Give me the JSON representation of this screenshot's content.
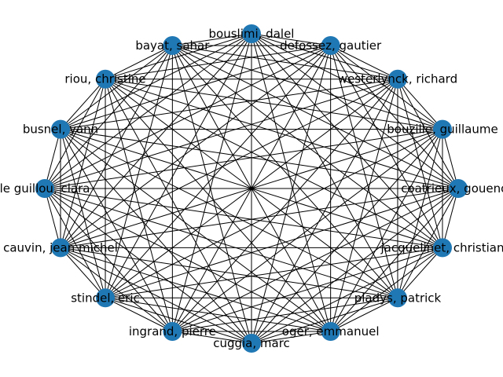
{
  "graph": {
    "node_color": "#1f77b4",
    "edge_color": "#000000",
    "nodes": [
      "bouslimi, dalel",
      "defossez, gautier",
      "westerlynck, richard",
      "bouzille, guillaume",
      "coatrieux, gouenou",
      "jacquelinet, christian",
      "pladys, patrick",
      "oger, emmanuel",
      "cuggia, marc",
      "ingrand, pierre",
      "stindel, eric",
      "cauvin, jean michel",
      "le guillou, clara",
      "busnel, yann",
      "riou, christine",
      "bayat, sahar"
    ],
    "edges": "complete"
  }
}
